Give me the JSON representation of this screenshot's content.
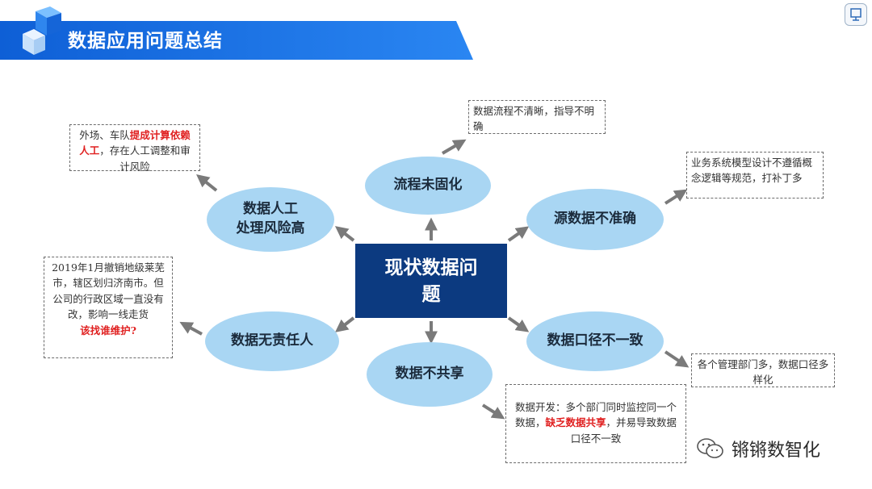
{
  "header": {
    "title": "数据应用问题总结"
  },
  "center": {
    "line1": "现状数据问",
    "line2": "题"
  },
  "issues": {
    "process": "流程未固化",
    "manual_line1": "数据人工",
    "manual_line2": "处理风险高",
    "source": "源数据不准确",
    "owner": "数据无责任人",
    "caliber": "数据口径不一致",
    "sharing": "数据不共享"
  },
  "notes": {
    "process": "数据流程不清晰，指导不明确",
    "manual_a": "外场、车队",
    "manual_red": "提成计算依赖人工",
    "manual_b": "，存在人工调整和审计风险",
    "source": "业务系统模型设计不遵循概念逻辑等规范，打补丁多",
    "owner_text": "2019年1月撤销地级莱芜市，辖区划归济南市。但公司的行政区域一直没有改，影响一线走货",
    "owner_red": "该找谁维护?",
    "caliber": "各个管理部门多，数据口径多样化",
    "sharing_a": "数据开发：多个部门同时监控同一个数据，",
    "sharing_red": "缺乏数据共享",
    "sharing_b": "，并易导致数据口径不一致"
  },
  "watermark": {
    "text": "锵锵数智化",
    "icon": "wechat-icon"
  },
  "colors": {
    "header_blue": "#1a6fe8",
    "center_navy": "#0c3a80",
    "ellipse_blue": "#a9d6f3",
    "arrow_gray": "#7a7a7a",
    "highlight_red": "#e02020"
  }
}
